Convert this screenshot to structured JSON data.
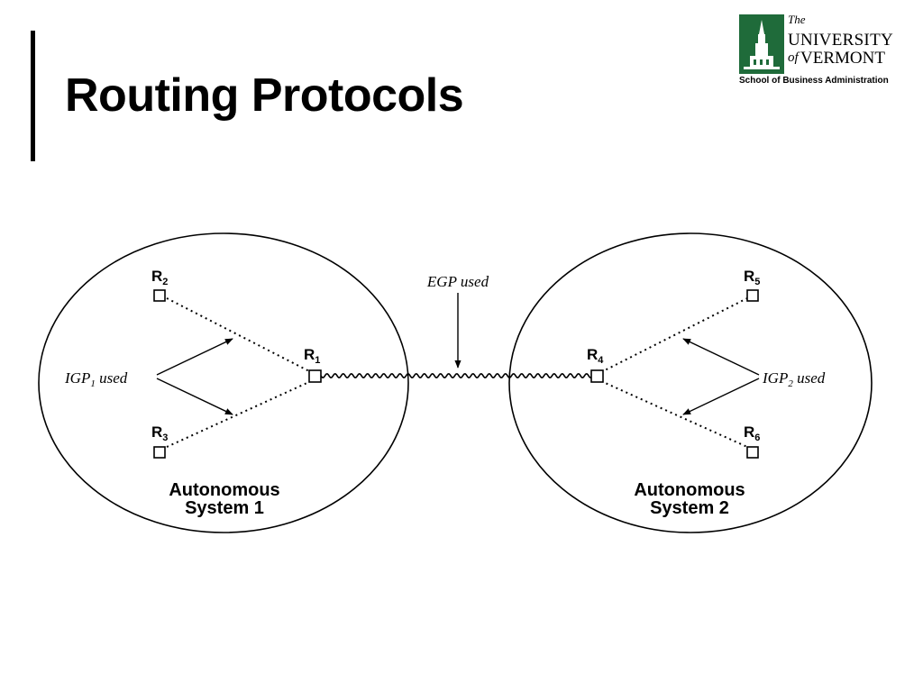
{
  "slide": {
    "title": "Routing Protocols"
  },
  "logo": {
    "the": "The",
    "university": "UNIVERSITY",
    "of": "of",
    "vermont": "VERMONT",
    "school": "School of Business Administration",
    "brand_color": "#1f6b3a"
  },
  "diagram": {
    "as1": {
      "label_line1": "Autonomous",
      "label_line2": "System 1",
      "igp_label_prefix": "IGP",
      "igp_label_sub": "1",
      "igp_label_suffix": " used"
    },
    "as2": {
      "label_line1": "Autonomous",
      "label_line2": "System 2",
      "igp_label_prefix": "IGP",
      "igp_label_sub": "2",
      "igp_label_suffix": " used"
    },
    "egp_label": "EGP used",
    "routers": {
      "r1": {
        "letter": "R",
        "sub": "1"
      },
      "r2": {
        "letter": "R",
        "sub": "2"
      },
      "r3": {
        "letter": "R",
        "sub": "3"
      },
      "r4": {
        "letter": "R",
        "sub": "4"
      },
      "r5": {
        "letter": "R",
        "sub": "5"
      },
      "r6": {
        "letter": "R",
        "sub": "6"
      }
    }
  }
}
